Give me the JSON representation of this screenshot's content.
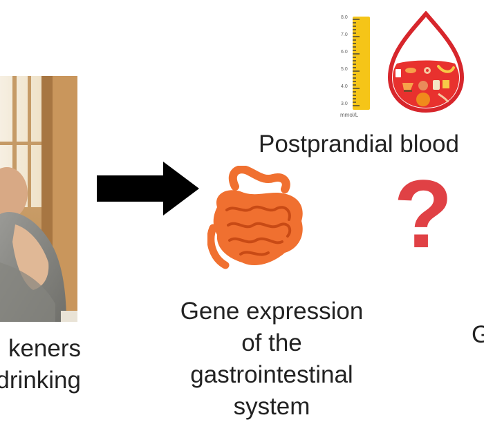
{
  "meter": {
    "ticks": [
      "8.0",
      "7.0",
      "6.0",
      "5.0",
      "4.0",
      "3.0"
    ],
    "unit": "mmol/L"
  },
  "captions": {
    "left_line1": "keners",
    "left_line2": "drinking",
    "gi_line1": "Gene expression",
    "gi_line2": "of the",
    "gi_line3": "gastrointestinal",
    "gi_line4": "system",
    "blood": "Postprandial blood",
    "partial": "G"
  },
  "symbols": {
    "question": "?"
  },
  "colors": {
    "arrow": "#000000",
    "drop_border": "#d7262c",
    "drop_fill": "#e8312e",
    "intestine": "#f07030",
    "intestine_dark": "#c84a15",
    "meter_bar": "#f5c518",
    "question": "#e04145"
  }
}
